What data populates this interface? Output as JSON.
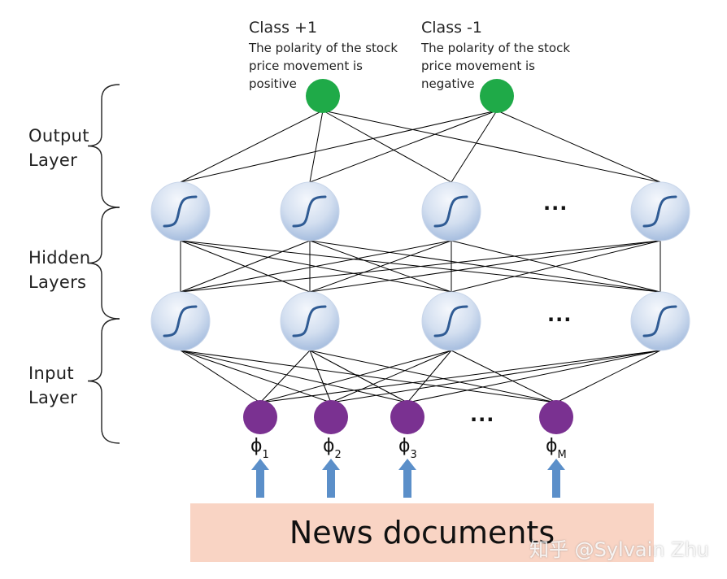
{
  "output_classes": [
    {
      "title": "Class +1",
      "description": "The polarity of the stock price movement is positive"
    },
    {
      "title": "Class -1",
      "description": "The polarity of the stock price movement is negative"
    }
  ],
  "layer_labels": {
    "output": "Output Layer",
    "hidden": "Hidden Layers",
    "input": "Input Layer"
  },
  "ellipsis": "...",
  "features": [
    {
      "symbol": "ϕ",
      "subscript": "1"
    },
    {
      "symbol": "ϕ",
      "subscript": "2"
    },
    {
      "symbol": "ϕ",
      "subscript": "3"
    },
    {
      "symbol": "ϕ",
      "subscript": "M"
    }
  ],
  "source_box": "News documents",
  "watermark": "知乎 @Sylvain Zhu",
  "colors": {
    "output_node": "#1faa48",
    "input_node": "#7a3191",
    "hidden_node_light": "#e8eef8",
    "hidden_node_dark": "#9fb8dc",
    "sigmoid_curve": "#2f5b94",
    "arrow": "#5b8fc9",
    "source_box": "#f9d4c4"
  },
  "icons": {
    "hidden_node": "sigmoid-icon",
    "arrow": "up-arrow-icon"
  }
}
